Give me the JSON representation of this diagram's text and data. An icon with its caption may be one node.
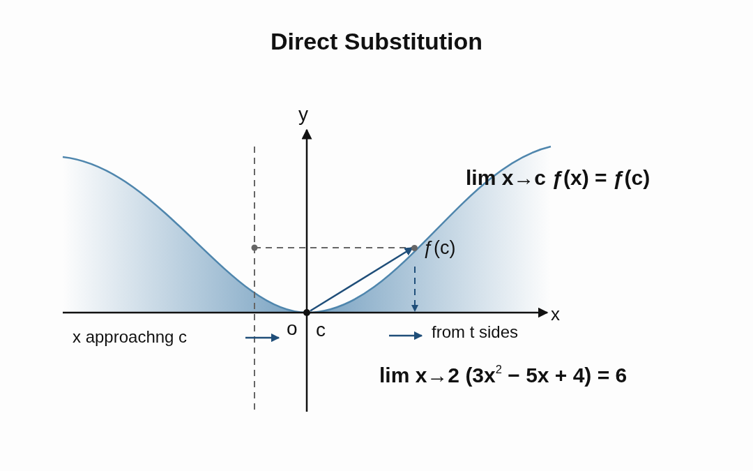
{
  "diagram": {
    "title": "Direct Substitution",
    "nodes": [
      {
        "text": [],
        "shape": "circle"
      },
      {
        "text": [
          "ƒ(c)"
        ]
      }
    ],
    "edges": [
      {
        "from": 0,
        "to": 1,
        "arrow": "to"
      }
    ],
    "labels": [
      "y",
      "lim x→c ƒ(x) = ƒ(c)",
      "x",
      "x approachng c",
      "o",
      "c",
      "from t sides",
      "lim x→2 (3x$^{2}$ − 5x + 4) = 6"
    ]
  }
}
